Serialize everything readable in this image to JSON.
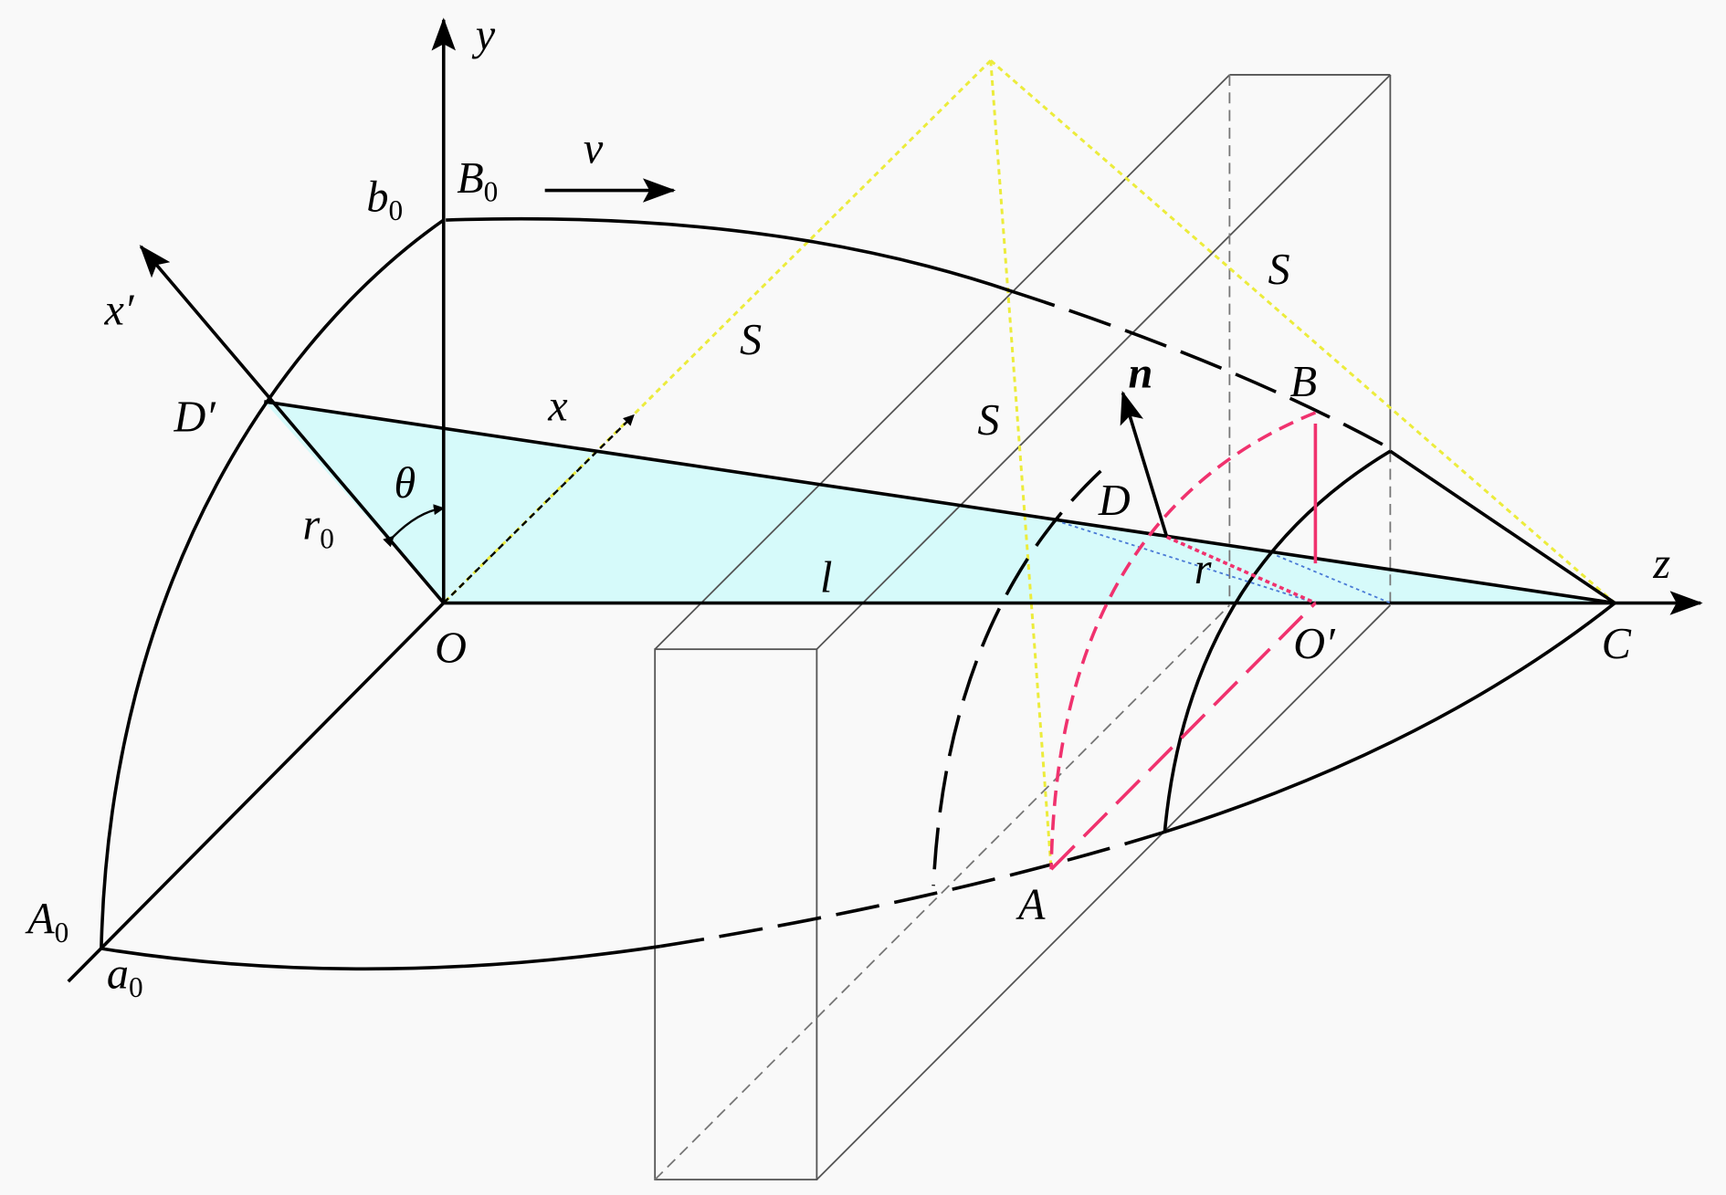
{
  "colors": {
    "cone_fill": "#d6fafa",
    "yellow": "#ecec3c",
    "red": "#f0326e",
    "blue": "#4a7bd6"
  },
  "labels": {
    "y": "y",
    "z": "z",
    "x": "x",
    "x_prime": "x′",
    "v": "v",
    "b0": "b",
    "b0_sub": "0",
    "B0": "B",
    "B0_sub": "0",
    "A0": "A",
    "A0_sub": "0",
    "a0": "a",
    "a0_sub": "0",
    "r0": "r",
    "r0_sub": "0",
    "theta": "θ",
    "D_prime": "D′",
    "D": "D",
    "O": "O",
    "O_prime": "O′",
    "C": "C",
    "A": "A",
    "B": "B",
    "n": "n",
    "r": "r",
    "l": "l",
    "S1": "S",
    "S2": "S",
    "S3": "S"
  }
}
